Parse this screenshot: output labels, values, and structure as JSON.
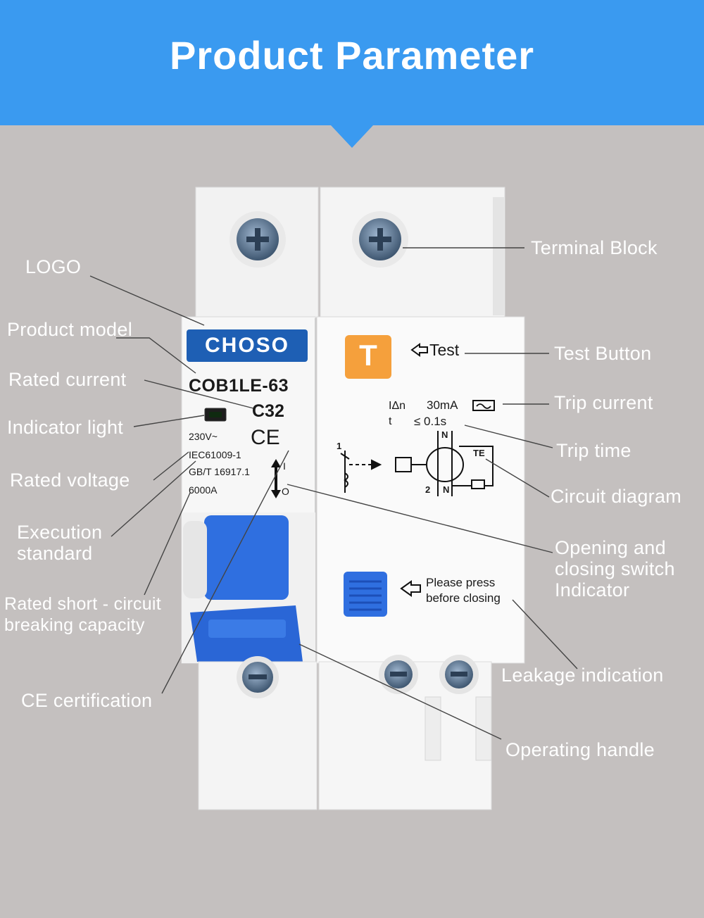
{
  "banner": {
    "title": "Product Parameter",
    "color": "#3a9af0"
  },
  "product": {
    "brand": "CHOSO",
    "model": "COB1LE-63",
    "rating": "C32",
    "voltage": "230V~",
    "standard_1": "IEC61009-1",
    "standard_2": "GB/T 16917.1",
    "breaking_capacity": "6000A",
    "ce_mark": "CE",
    "switch_on": "I",
    "switch_off": "O",
    "test_button_letter": "T",
    "test_label": "Test",
    "idn_label": "IΔn",
    "idn_value": "30mA",
    "t_label": "t",
    "t_value": "≤ 0.1s",
    "press_note_line1": "Please press",
    "press_note_line2": "before closing",
    "diagram_1": "1",
    "diagram_2": "2",
    "diagram_n_top": "N",
    "diagram_n_bottom": "N",
    "diagram_te": "TE"
  },
  "callouts": {
    "terminal_block": "Terminal Block",
    "logo": "LOGO",
    "product_model": "Product model",
    "rated_current": "Rated current",
    "indicator_light": "Indicator light",
    "rated_voltage": "Rated voltage",
    "execution_standard": "Execution standard",
    "rated_short_circuit": "Rated short - circuit breaking capacity",
    "ce_certification": "CE certification",
    "test_button": "Test Button",
    "trip_current": "Trip current",
    "trip_time": "Trip time",
    "circuit_diagram": "Circuit diagram",
    "opening_closing": "Opening and closing switch Indicator",
    "leakage_indication": "Leakage indication",
    "operating_handle": "Operating handle"
  },
  "colors": {
    "background": "#c4c0bf",
    "brand_blue": "#1e5fb4",
    "handle_blue": "#2f6fe0",
    "test_orange": "#f5a03c"
  }
}
